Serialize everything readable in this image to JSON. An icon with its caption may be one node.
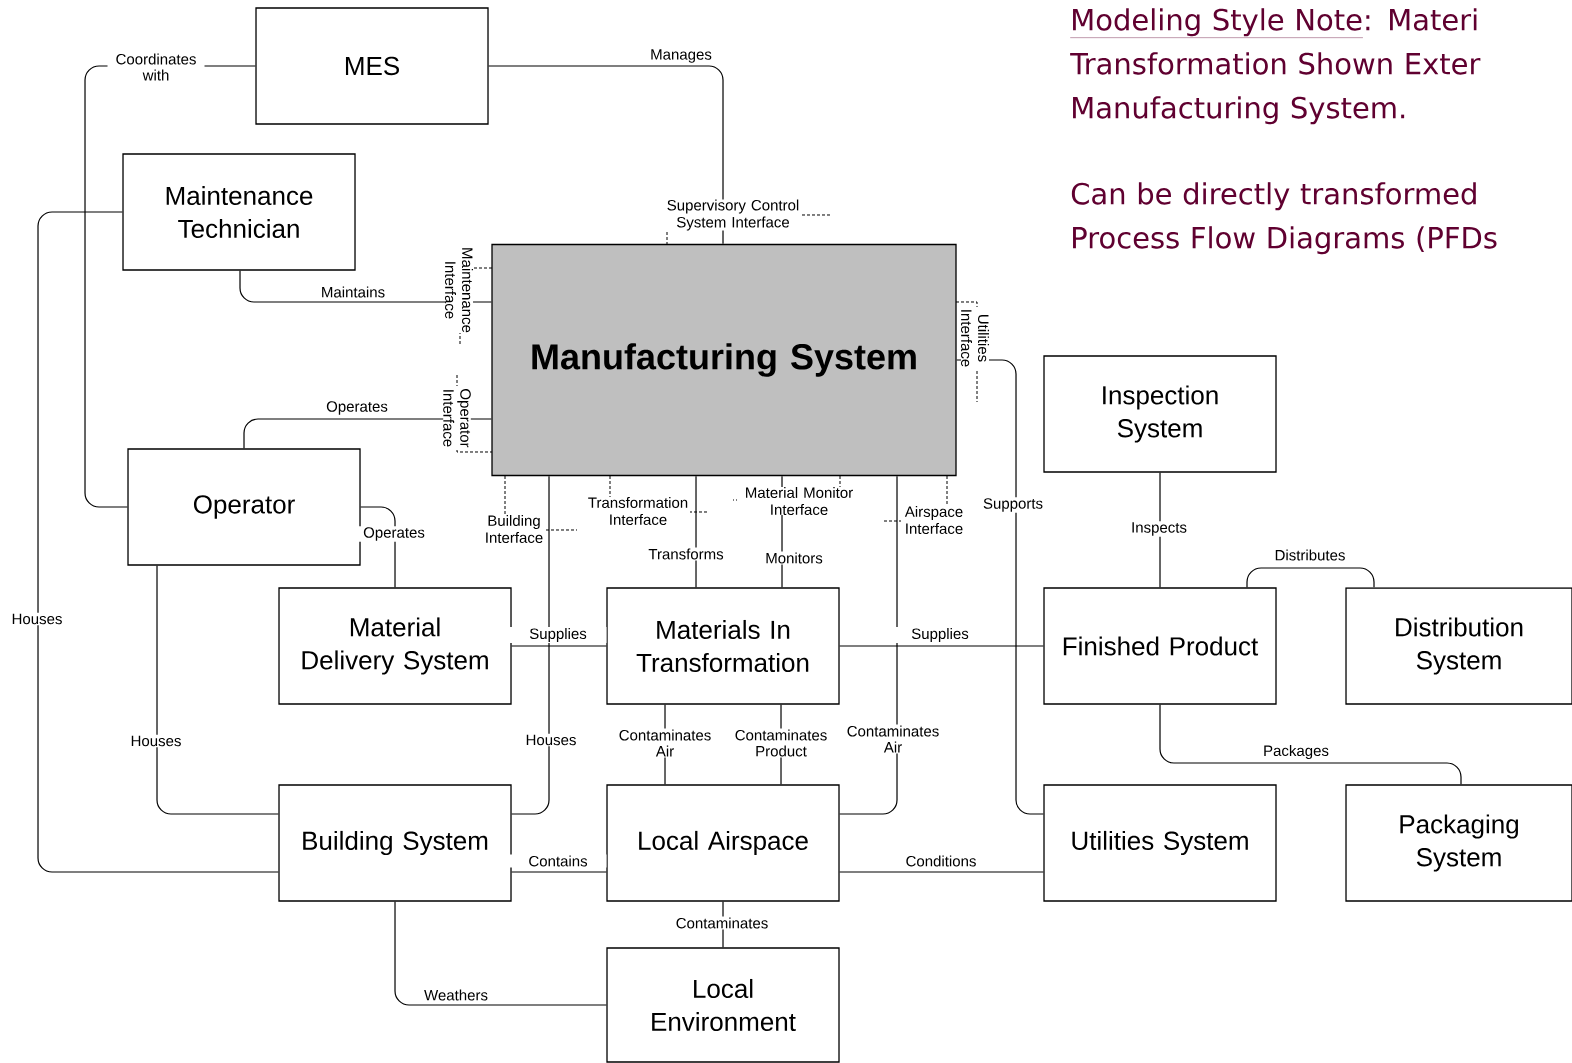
{
  "diagram": {
    "nodes": [
      {
        "text": [
          "MES"
        ]
      },
      {
        "text": [
          "Maintenance Technician"
        ]
      },
      {
        "text": [
          "Manufacturing System"
        ]
      },
      {
        "text": [
          "Inspection System"
        ]
      },
      {
        "text": [
          "Operator"
        ]
      },
      {
        "text": [
          "Material Delivery System"
        ]
      },
      {
        "text": [
          "Materials In Transformation"
        ]
      },
      {
        "text": [
          "Finished Product"
        ]
      },
      {
        "text": [
          "Distribution System"
        ]
      },
      {
        "text": [
          "Building System"
        ]
      },
      {
        "text": [
          "Local Airspace"
        ]
      },
      {
        "text": [
          "Utilities System"
        ]
      },
      {
        "text": [
          "Packaging System"
        ]
      },
      {
        "text": [
          "Local Environment"
        ]
      }
    ],
    "edges": [
      {
        "from": 0,
        "to": 2,
        "arrow": "none",
        "label": "Manages"
      },
      {
        "from": 0,
        "to": 4,
        "arrow": "none",
        "label": "Coordinates with"
      },
      {
        "from": 1,
        "to": 2,
        "arrow": "none",
        "label": "Maintains"
      },
      {
        "from": 9,
        "to": 1,
        "arrow": "none",
        "label": "Houses"
      },
      {
        "from": 4,
        "to": 2,
        "arrow": "none",
        "label": "Operates"
      },
      {
        "from": 4,
        "to": 5,
        "arrow": "none",
        "label": "Operates"
      },
      {
        "from": 9,
        "to": 4,
        "arrow": "none",
        "label": "Houses"
      },
      {
        "from": 9,
        "to": 2,
        "arrow": "none",
        "label": "Houses"
      },
      {
        "from": 5,
        "to": 6,
        "arrow": "none",
        "label": "Supplies"
      },
      {
        "from": 2,
        "to": 6,
        "arrow": "none",
        "label": "Transforms"
      },
      {
        "from": 2,
        "to": 6,
        "arrow": "none",
        "label": "Monitors"
      },
      {
        "from": 2,
        "to": 10,
        "arrow": "none",
        "label": "Contaminates Air"
      },
      {
        "from": 6,
        "to": 10,
        "arrow": "none",
        "label": "Contaminates Air"
      },
      {
        "from": 10,
        "to": 6,
        "arrow": "none",
        "label": "Contaminates Product"
      },
      {
        "from": 7,
        "to": 6,
        "arrow": "none",
        "label": "Supplies"
      },
      {
        "from": 3,
        "to": 7,
        "arrow": "none",
        "label": "Inspects"
      },
      {
        "from": 7,
        "to": 8,
        "arrow": "none",
        "label": "Distributes"
      },
      {
        "from": 7,
        "to": 12,
        "arrow": "none",
        "label": "Packages"
      },
      {
        "from": 11,
        "to": 2,
        "arrow": "none",
        "label": "Supports"
      },
      {
        "from": 9,
        "to": 10,
        "arrow": "none",
        "label": "Contains"
      },
      {
        "from": 10,
        "to": 11,
        "arrow": "none",
        "label": "Conditions"
      },
      {
        "from": 10,
        "to": 13,
        "arrow": "none",
        "label": "Contaminates"
      },
      {
        "from": 9,
        "to": 13,
        "arrow": "none",
        "label": "Weathers"
      }
    ],
    "labels": [
      "Modeling Style Note",
      ": Materi Transformation Shown Exter Manufacturing System.",
      "Can be directly transformed Process Flow Diagrams (PFDs",
      "Supervisory Control System Interface",
      "Maintenance Interface",
      "Operator Interface",
      "Utilities Interface",
      "Building Interface",
      "Transformation Interface",
      "Material Monitor Interface",
      "Airspace Interface"
    ]
  }
}
